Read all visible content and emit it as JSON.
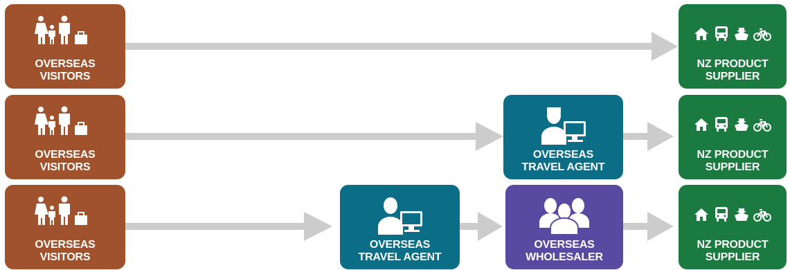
{
  "rows": [
    {
      "visitor": {
        "line1": "OVERSEAS",
        "line2": "VISITORS"
      },
      "supplier": {
        "line1": "NZ PRODUCT",
        "line2": "SUPPLIER"
      }
    },
    {
      "visitor": {
        "line1": "OVERSEAS",
        "line2": "VISITORS"
      },
      "agent": {
        "line1": "OVERSEAS",
        "line2": "TRAVEL AGENT"
      },
      "supplier": {
        "line1": "NZ PRODUCT",
        "line2": "SUPPLIER"
      }
    },
    {
      "visitor": {
        "line1": "OVERSEAS",
        "line2": "VISITORS"
      },
      "agent": {
        "line1": "OVERSEAS",
        "line2": "TRAVEL AGENT"
      },
      "wholesaler": {
        "line1": "OVERSEAS",
        "line2": "WHOLESALER"
      },
      "supplier": {
        "line1": "NZ PRODUCT",
        "line2": "SUPPLIER"
      }
    }
  ],
  "colors": {
    "visitor": "#a0522d",
    "agent": "#0b6e86",
    "wholesaler": "#574aa0",
    "supplier": "#1b7a3f",
    "arrow": "#cccccc"
  },
  "icons": {
    "visitor": "family-with-luggage-icon",
    "agent": "person-at-computer-icon",
    "wholesaler": "group-of-people-icon",
    "supplier": [
      "house-icon",
      "bus-icon",
      "ship-icon",
      "bicycle-icon"
    ]
  }
}
